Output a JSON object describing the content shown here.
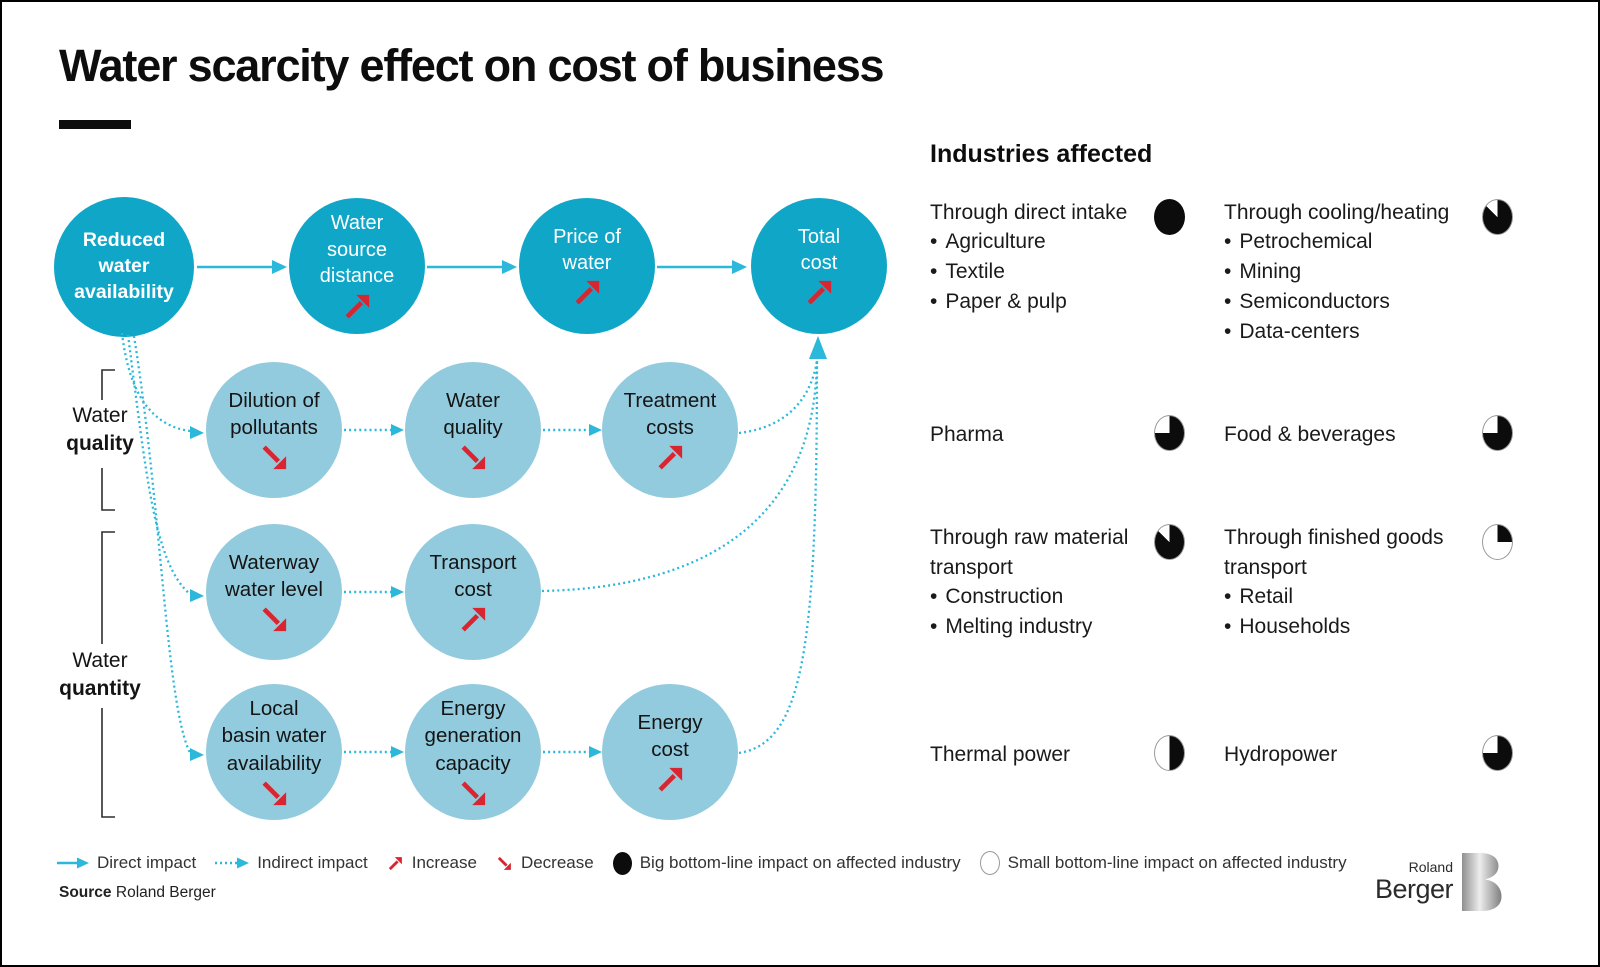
{
  "title": "Water scarcity effect on cost of business",
  "diagram": {
    "nodes": [
      {
        "label": "Reduced\nwater\navailability",
        "trend": null,
        "tone": "dark"
      },
      {
        "label": "Water\nsource\ndistance",
        "trend": "increase",
        "tone": "dark"
      },
      {
        "label": "Price of\nwater",
        "trend": "increase",
        "tone": "dark"
      },
      {
        "label": "Total\ncost",
        "trend": "increase",
        "tone": "dark"
      },
      {
        "label": "Dilution of\npollutants",
        "trend": "decrease",
        "tone": "light"
      },
      {
        "label": "Water\nquality",
        "trend": "decrease",
        "tone": "light"
      },
      {
        "label": "Treatment\ncosts",
        "trend": "increase",
        "tone": "light"
      },
      {
        "label": "Waterway\nwater level",
        "trend": "decrease",
        "tone": "light"
      },
      {
        "label": "Transport\ncost",
        "trend": "increase",
        "tone": "light"
      },
      {
        "label": "Local\nbasin water\navailability",
        "trend": "decrease",
        "tone": "light"
      },
      {
        "label": "Energy\ngeneration\ncapacity",
        "trend": "decrease",
        "tone": "light"
      },
      {
        "label": "Energy\ncost",
        "trend": "increase",
        "tone": "light"
      }
    ],
    "brackets": [
      {
        "line1": "Water",
        "line2": "quality"
      },
      {
        "line1": "Water",
        "line2": "quantity"
      }
    ]
  },
  "industries": {
    "header": "Industries affected",
    "groups": [
      {
        "title": "Through direct intake",
        "impact": "full",
        "items": [
          "Agriculture",
          "Textile",
          "Paper & pulp"
        ]
      },
      {
        "title": "Through cooling/heating",
        "impact": "seven-eighths",
        "items": [
          "Petrochemical",
          "Mining",
          "Semiconductors",
          "Data-centers"
        ]
      },
      {
        "title": "Pharma",
        "impact": "three-quarters",
        "items": []
      },
      {
        "title": "Food & beverages",
        "impact": "three-quarters",
        "items": []
      },
      {
        "title": "Through raw material transport",
        "impact": "seven-eighths",
        "items": [
          "Construction",
          "Melting industry"
        ]
      },
      {
        "title": "Through finished goods transport",
        "impact": "one-quarter",
        "items": [
          "Retail",
          "Households"
        ]
      },
      {
        "title": "Thermal power",
        "impact": "one-half",
        "items": []
      },
      {
        "title": "Hydropower",
        "impact": "three-quarters",
        "items": []
      }
    ]
  },
  "legend": {
    "direct": "Direct impact",
    "indirect": "Indirect impact",
    "increase": "Increase",
    "decrease": "Decrease",
    "big": "Big bottom-line impact on affected industry",
    "small": "Small bottom-line impact on affected industry"
  },
  "source": {
    "label": "Source",
    "text": "Roland Berger"
  },
  "logo": {
    "line1": "Roland",
    "line2": "Berger"
  },
  "colors": {
    "node_dark": "#10a6c7",
    "node_light": "#92cbde",
    "arrow_cyan": "#2bb8da",
    "trend_red": "#d92530",
    "text": "#1a1a1a"
  }
}
